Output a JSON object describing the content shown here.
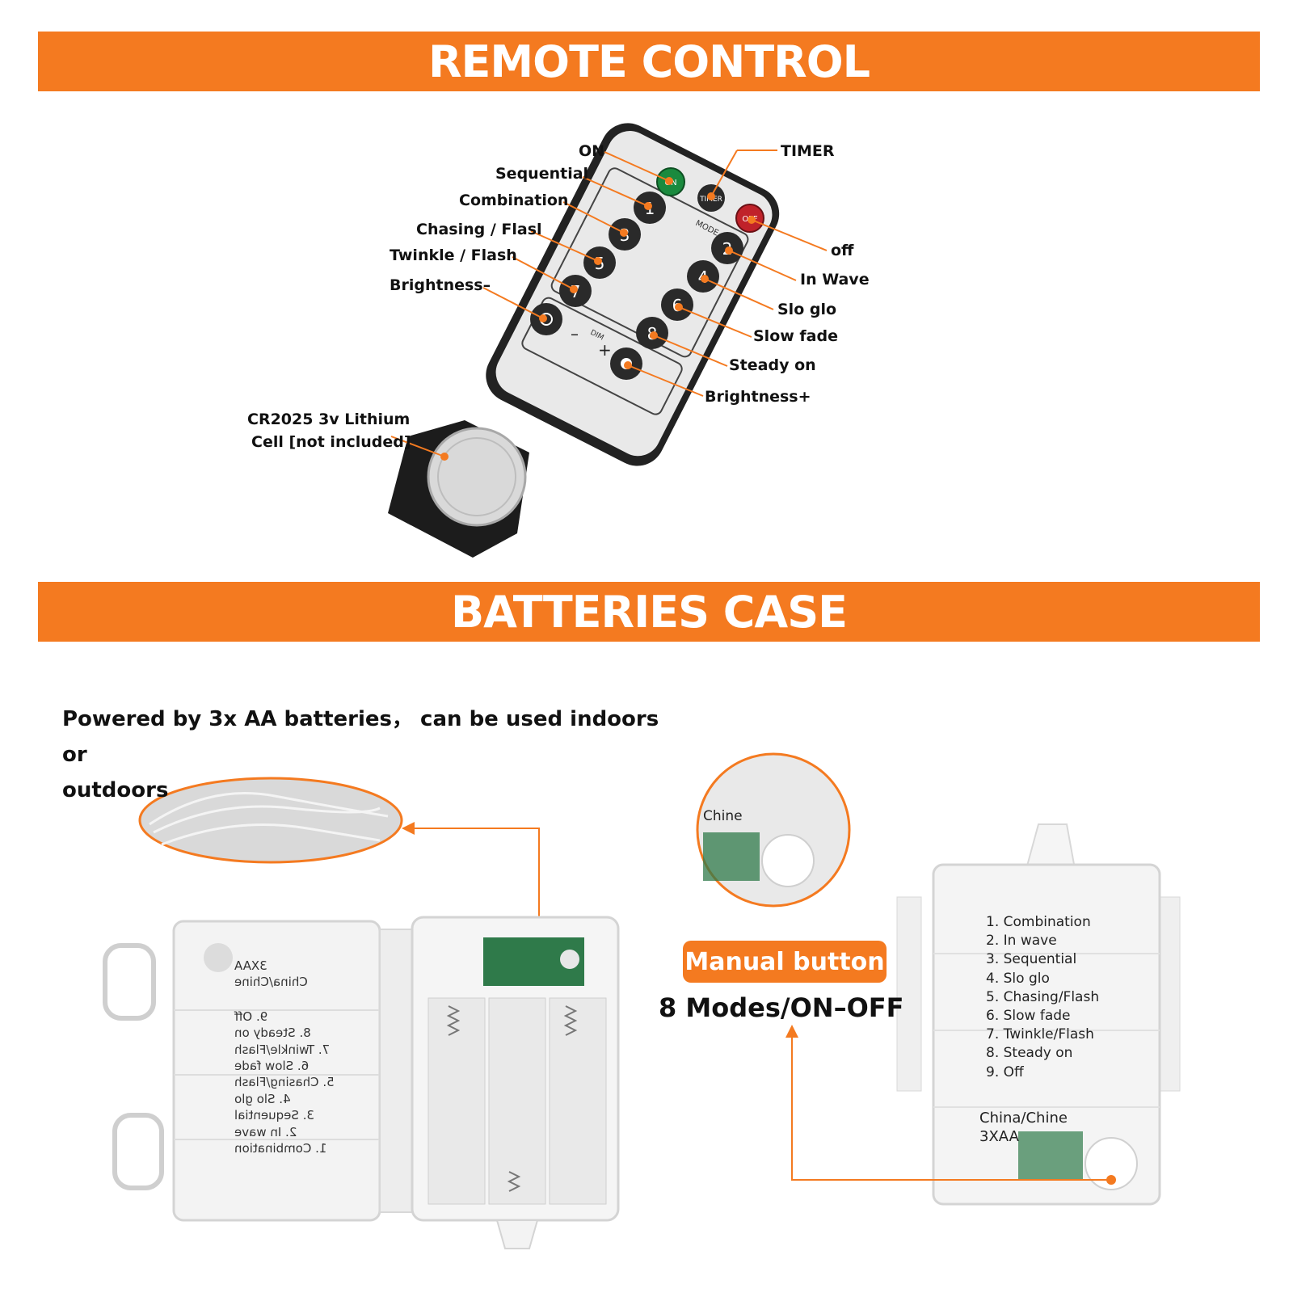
{
  "sections": {
    "remote_title": "REMOTE CONTROL",
    "battery_title": "BATTERIES CASE"
  },
  "colors": {
    "accent": "#f47a20",
    "on_button": "#1a8a3e",
    "off_button": "#c0222a",
    "button": "#2a2a2a"
  },
  "remote": {
    "labels_left": [
      "ON",
      "Sequential",
      "Combination",
      "Chasing / Flasl",
      "Twinkle / Flash",
      "Brightness–"
    ],
    "labels_right": [
      "TIMER",
      "off",
      "In Wave",
      "Slo glo",
      "Slow fade",
      "Steady on",
      "Brightness+"
    ],
    "button_on": "ON",
    "button_timer": "TIMER",
    "button_off": "OFF",
    "mode_label": "MODE",
    "dim_label": "DIM",
    "minus": "–",
    "plus": "+",
    "numbers": [
      "1",
      "2",
      "3",
      "4",
      "5",
      "6",
      "7",
      "8"
    ],
    "battery_line1": "CR2025 3v Lithium",
    "battery_line2": "Cell [not included]"
  },
  "battery_case": {
    "intro_line1": "Powered by 3x AA batteries， can be used indoors or",
    "intro_line2": "outdoors",
    "zoom_text": "Chine",
    "manual_button": "Manual button",
    "modes_title": "8 Modes/ON–OFF",
    "mode_list": [
      "1. Combination",
      "2. In wave",
      "3. Sequential",
      "4. Slo glo",
      "5. Chasing/Flash",
      "6. Slow fade",
      "7. Twinkle/Flash",
      "8. Steady on",
      "9. Off"
    ],
    "made_in": "China/Chine",
    "battery_spec": "3XAA"
  }
}
